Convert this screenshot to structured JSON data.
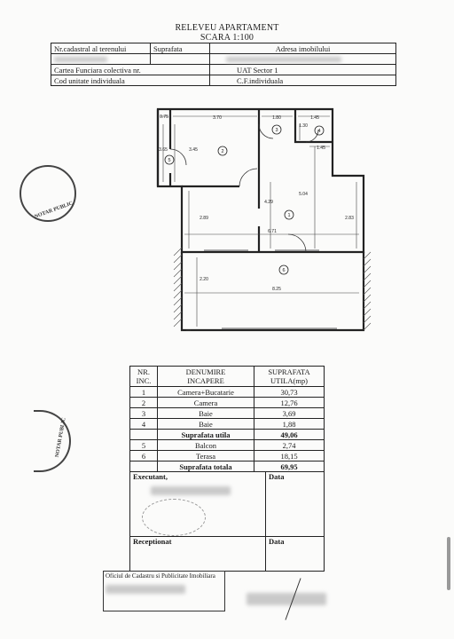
{
  "title": {
    "line1": "RELEVEU APARTAMENT",
    "line2": "SCARA 1:100"
  },
  "header": {
    "nr_cadastral": "Nr.cadastral al terenului",
    "suprafata": "Suprafata",
    "adresa": "Adresa imobilului",
    "carte_funciara": "Cartea Funciara colectiva nr.",
    "uat": "UAT  Sector 1",
    "cod_unitate": "Cod unitate individuala",
    "cf_individuala": "C.F.individuala"
  },
  "plan": {
    "dims": [
      "0.75",
      "3.70",
      "1.80",
      "1.45",
      "1.30",
      "3.65",
      "3.45",
      "1.45",
      "2.89",
      "4.29",
      "5.04",
      "2.83",
      "6.71",
      "2.20",
      "8.25"
    ],
    "room_numbers": [
      "1",
      "2",
      "3",
      "4",
      "5",
      "6"
    ]
  },
  "rooms_table": {
    "headers": {
      "nr": "NR.\nINC.",
      "denumire": "DENUMIRE\nINCAPERE",
      "suprafata": "SUPRAFATA\nUTILA(mp)"
    },
    "rows": [
      {
        "nr": "1",
        "name": "Camera+Bucatarie",
        "area": "30,73"
      },
      {
        "nr": "2",
        "name": "Camera",
        "area": "12,76"
      },
      {
        "nr": "3",
        "name": "Baie",
        "area": "3,69"
      },
      {
        "nr": "4",
        "name": "Baie",
        "area": "1,88"
      },
      {
        "nr": "",
        "name": "Suprafata utila",
        "area": "49,06",
        "bold": true
      },
      {
        "nr": "5",
        "name": "Balcon",
        "area": "2,74"
      },
      {
        "nr": "6",
        "name": "Terasa",
        "area": "18,15"
      },
      {
        "nr": "",
        "name": "Suprafata totala",
        "area": "69,95",
        "bold": true
      }
    ]
  },
  "signatures": {
    "executant": "Executant,",
    "data1": "Data",
    "receptionat": "Receptionat",
    "data2": "Data"
  },
  "footer": {
    "office": "Oficiul de Cadastru si Publicitate Imobiliara"
  },
  "stamps": {
    "left_top": "NOTAR PUBLIC",
    "left_mid": "NOTAR PUBLIC"
  }
}
